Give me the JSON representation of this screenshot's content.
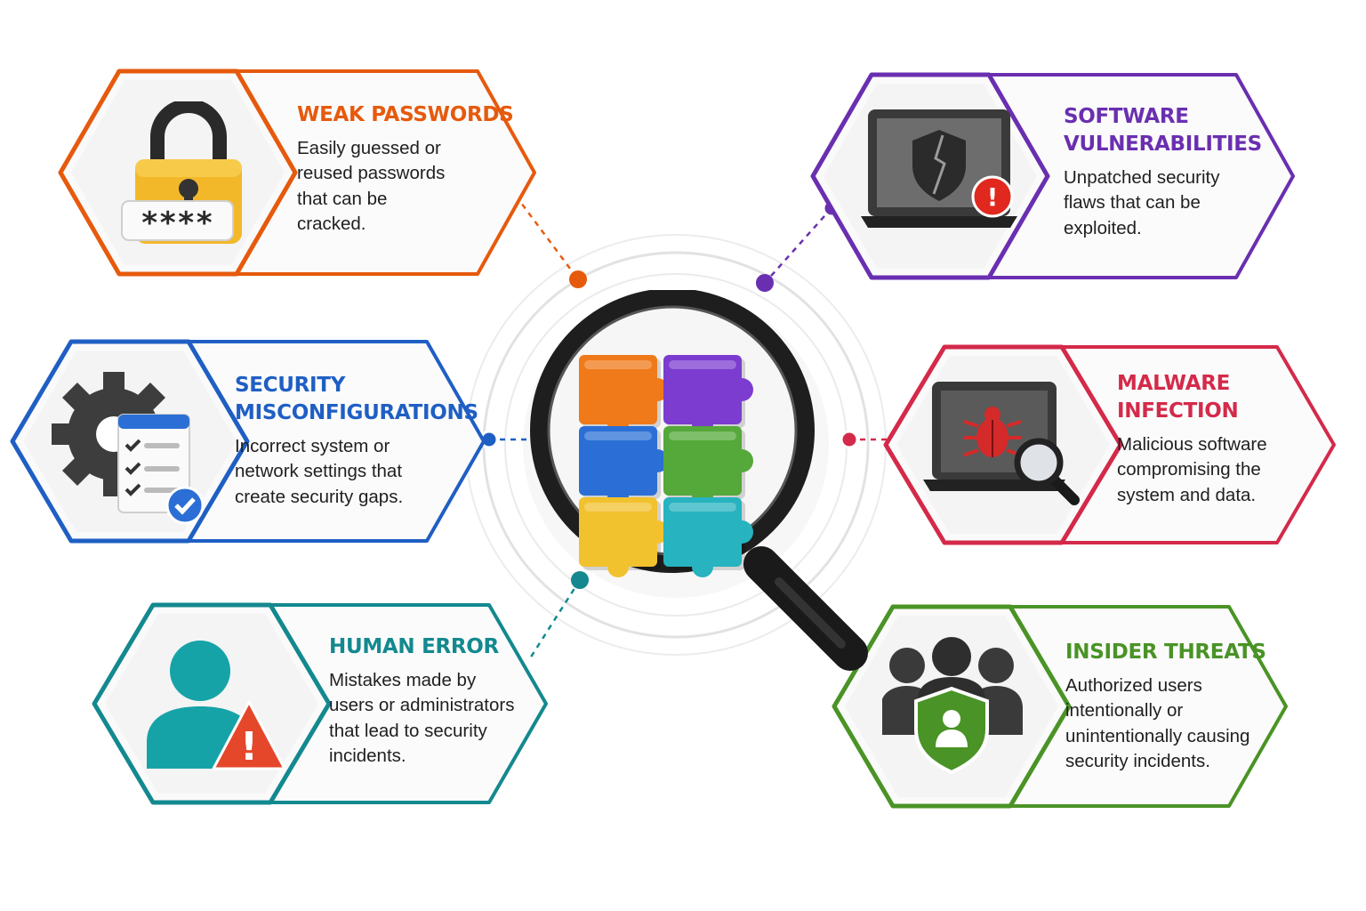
{
  "cards": [
    {
      "id": "weak-passwords",
      "title": "WEAK PASSWORDS",
      "description": "Easily guessed or\nreused passwords\nthat can be\ncracked.",
      "color": "#e65a0d",
      "icon": "padlock-password-icon",
      "password_mask": "****"
    },
    {
      "id": "software-vulnerabilities",
      "title": "SOFTWARE\nVULNERABILITIES",
      "description": "Unpatched security\nflaws that can be\nexploited.",
      "color": "#6a2fb0",
      "icon": "laptop-broken-shield-icon",
      "alert_glyph": "!"
    },
    {
      "id": "security-misconfigurations",
      "title": "SECURITY\nMISCONFIGURATIONS",
      "description": "Incorrect system or\nnetwork settings that\ncreate security gaps.",
      "color": "#1f5fc4",
      "icon": "gear-checklist-icon"
    },
    {
      "id": "malware-infection",
      "title": "MALWARE\nINFECTION",
      "description": "Malicious software\ncompromising the\nsystem and data.",
      "color": "#d42a4a",
      "icon": "laptop-bug-magnifier-icon"
    },
    {
      "id": "human-error",
      "title": "HUMAN ERROR",
      "description": "Mistakes made by\nusers or administrators\nthat lead to security\nincidents.",
      "color": "#13898f",
      "icon": "user-warning-icon",
      "alert_glyph": "!"
    },
    {
      "id": "insider-threats",
      "title": "INSIDER THREATS",
      "description": "Authorized users\nintentionally or\nunintentionally causing\nsecurity incidents.",
      "color": "#4a9326",
      "icon": "group-shield-icon"
    }
  ],
  "center": {
    "icon": "magnifier-puzzle-icon",
    "puzzle_colors": [
      "#f07a1a",
      "#7b3ccf",
      "#2b6fd6",
      "#55a83a",
      "#f2c12e",
      "#27b3c0"
    ]
  }
}
